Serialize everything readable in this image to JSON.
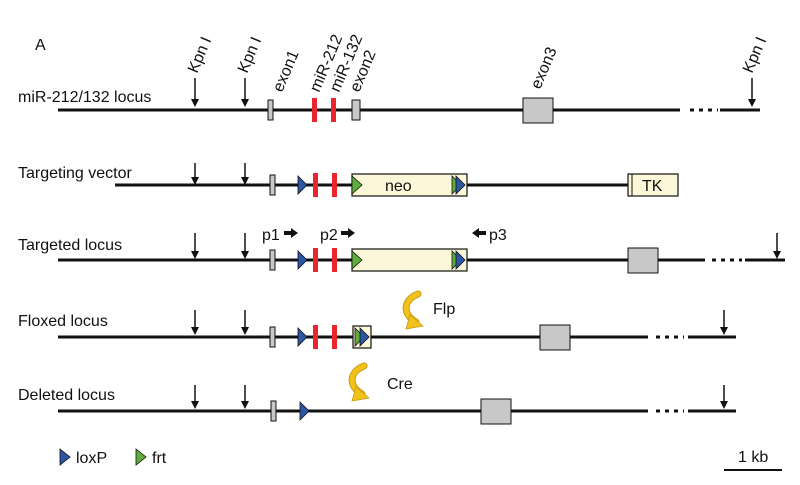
{
  "panel_label": "A",
  "site_label": "Kpn I",
  "exon_labels": {
    "exon1": "exon1",
    "mir212": "miR-212",
    "mir132": "miR-132",
    "exon2": "exon2",
    "exon3": "exon3"
  },
  "rows": {
    "locus": "miR-212/132 locus",
    "vector": "Targeting vector",
    "targeted": "Targeted locus",
    "floxed": "Floxed locus",
    "deleted": "Deleted locus"
  },
  "cassettes": {
    "neo": "neo",
    "tk": "TK"
  },
  "primers": {
    "p1": "p1",
    "p2": "p2",
    "p3": "p3"
  },
  "recombinases": {
    "flp": "Flp",
    "cre": "Cre"
  },
  "legend": {
    "loxp": "loxP",
    "frt": "frt"
  },
  "scale_bar": "1 kb",
  "colors": {
    "line": "#111111",
    "mirna": "#e8262b",
    "exon_box": "#c8c8c8",
    "cassette_fill": "#fbf7d8",
    "loxp": "#2c56a6",
    "frt": "#5fae3b",
    "recombinase_arrow": "#f2c21b"
  }
}
